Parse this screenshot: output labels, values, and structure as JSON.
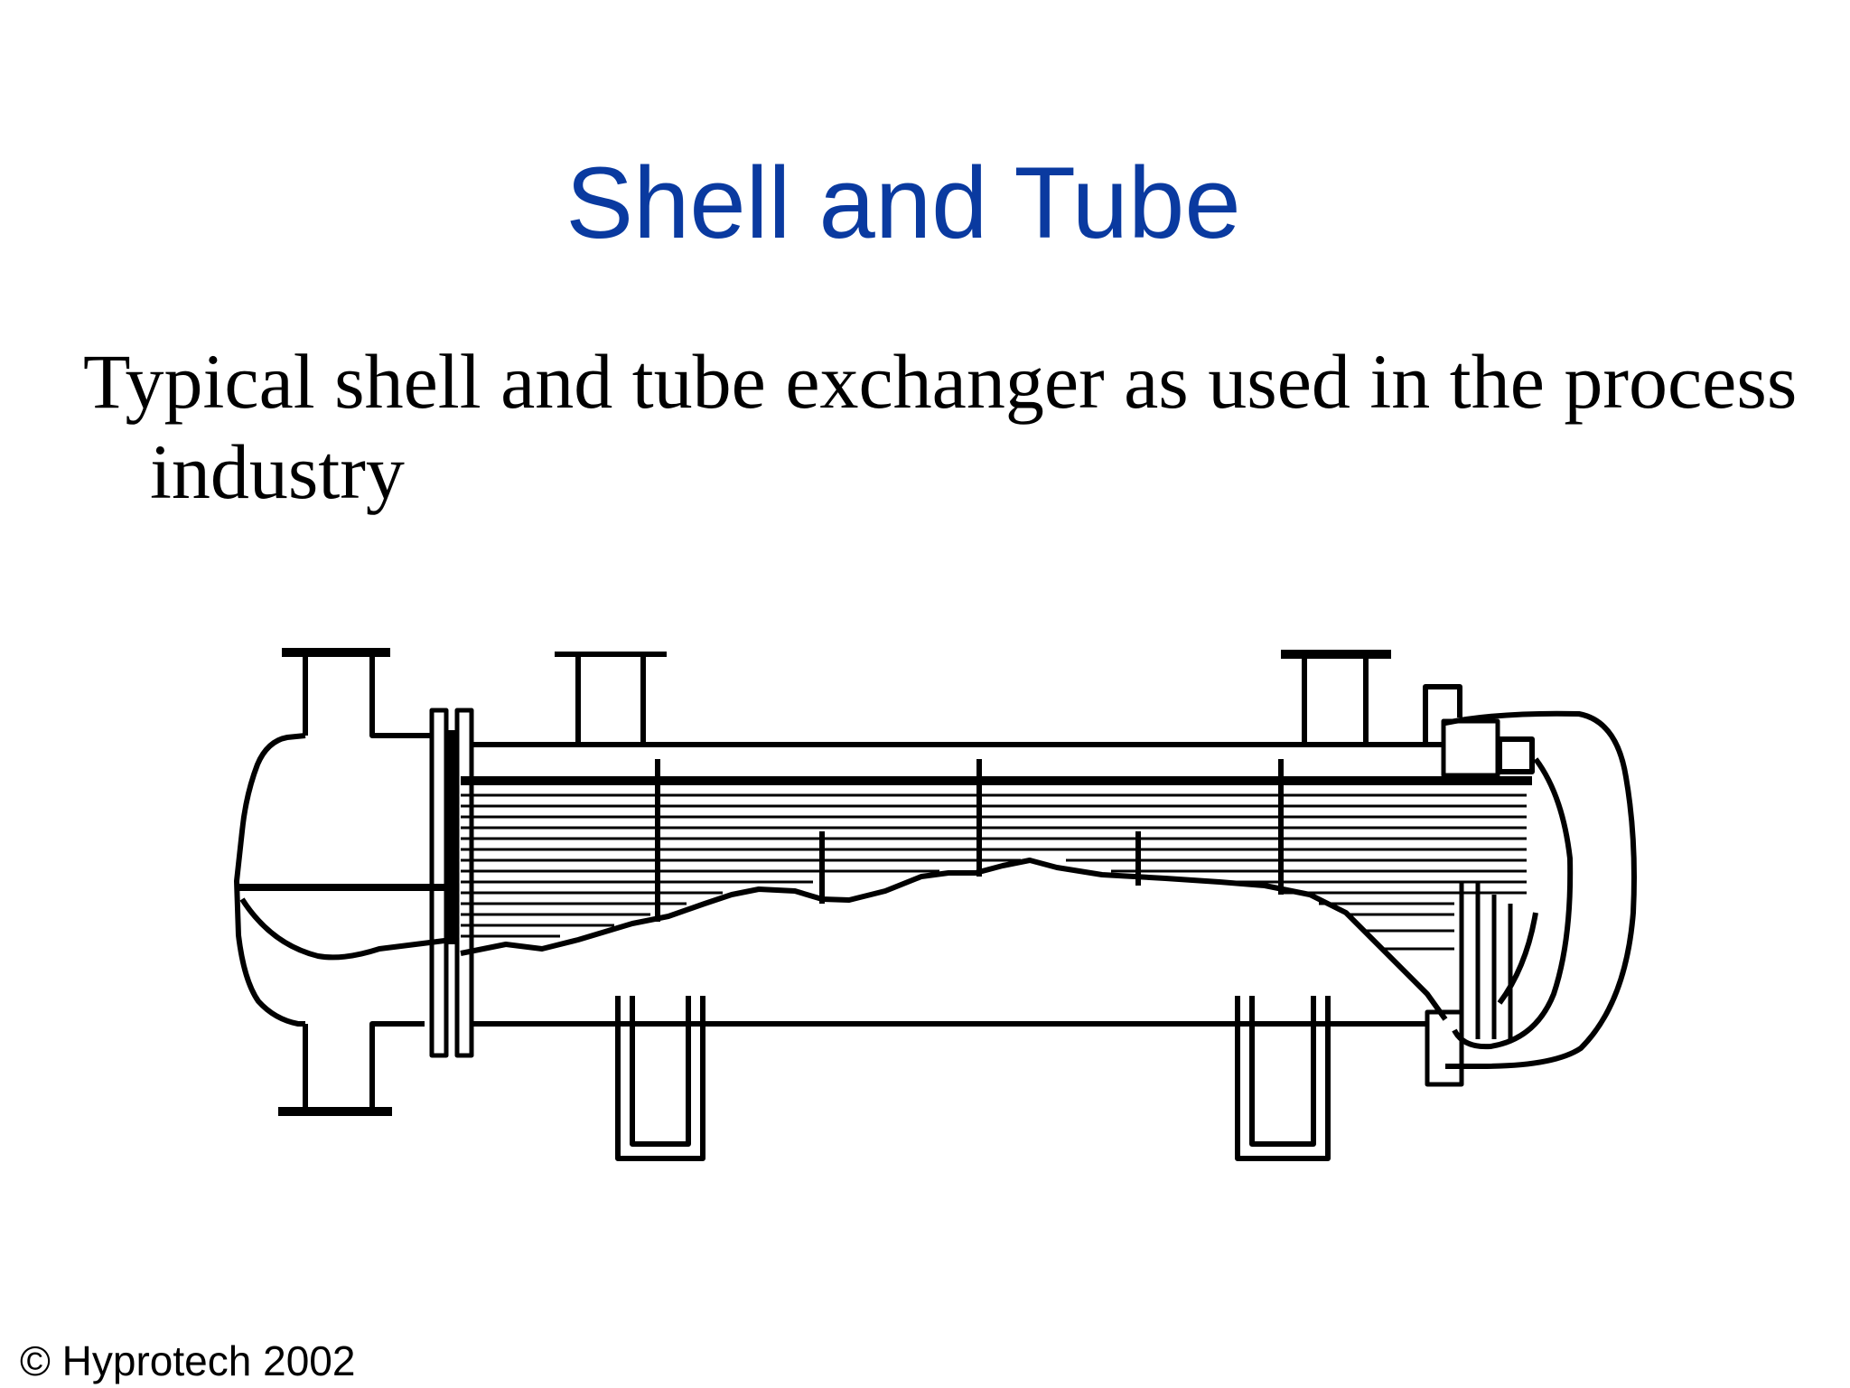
{
  "slide": {
    "title": "Shell and Tube",
    "body": "Typical shell and tube exchanger as used in the process industry",
    "footer": "© Hyprotech 2002"
  },
  "diagram": {
    "subject": "shell-and-tube-heat-exchanger",
    "stroke_color": "#000000",
    "background_color": "#ffffff",
    "title_color": "#0a3aa0"
  }
}
